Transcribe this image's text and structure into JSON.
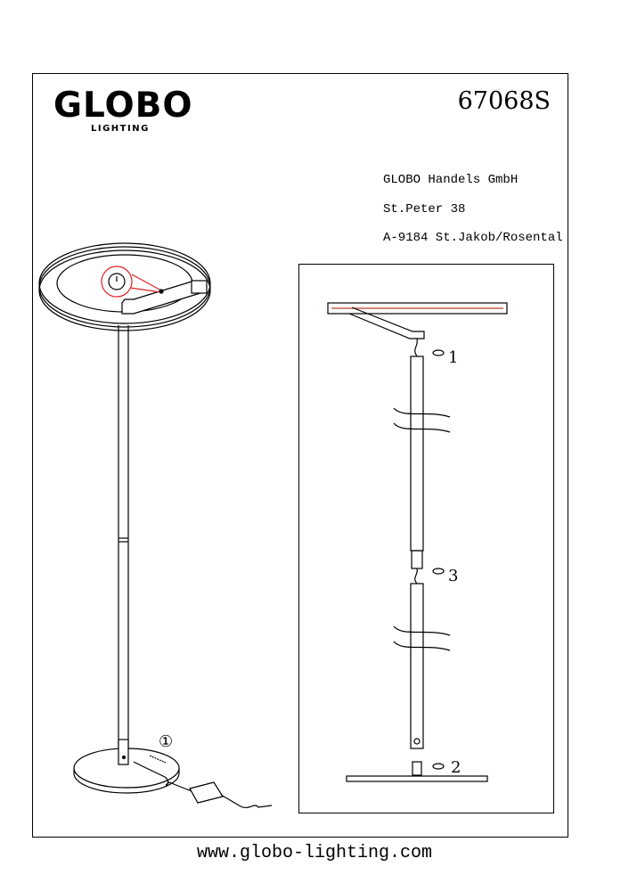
{
  "brand": {
    "logo_text": "GLOBO",
    "logo_subtext": "LIGHTING"
  },
  "model_number": "67068S",
  "address": {
    "company": "GLOBO Handels GmbH",
    "street": "St.Peter 38",
    "city": "A-9184 St.Jakob/Rosental"
  },
  "steps": {
    "step1": "1",
    "step2": "2",
    "step3": "3",
    "power_step": "①"
  },
  "website": "www.globo-lighting.com",
  "colors": {
    "highlight": "#e02020",
    "line": "#000000"
  }
}
